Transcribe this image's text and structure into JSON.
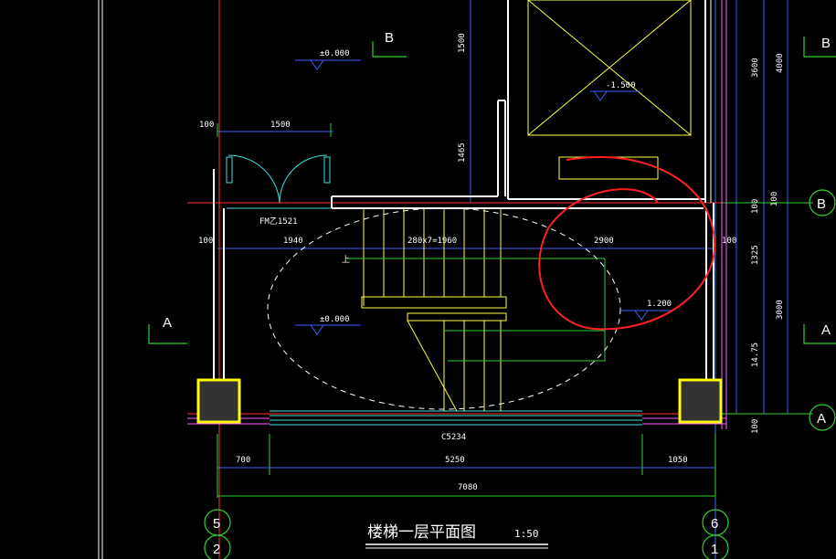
{
  "drawing": {
    "title": "楼梯一层平面图",
    "scale": "1:50"
  },
  "labels": {
    "elev_zero_top": "±0.000",
    "elev_zero_mid": "±0.000",
    "elev_pit": "-1.500",
    "elev_landing": "1.200",
    "door_tag": "FM乙1521",
    "window_tag": "C5234",
    "stair_up": "上",
    "stair_treads": "280x7=1960"
  },
  "dimensions": {
    "door_width": "1500",
    "door_side": "100",
    "run_left": "1940",
    "run_right": "2900",
    "left_100": "100",
    "right_100": "100",
    "bottom_700": "700",
    "bottom_5250": "5250",
    "bottom_1050": "1050",
    "bottom_total": "7080",
    "v_1500": "1500",
    "v_1465": "1465",
    "v_3600": "3600",
    "v_4000": "4000",
    "v_100a": "100",
    "v_100b": "100",
    "v_1325": "1325",
    "v_3000": "3000",
    "v_1475": "14.75",
    "v_100c": "100"
  },
  "axes": {
    "b_right": "B",
    "a_right": "A",
    "b_top": "B",
    "a_left": "A",
    "a_right_small": "A",
    "b_right_small": "B",
    "col_5": "5",
    "col_2": "2",
    "col_6": "6",
    "col_1": "1"
  }
}
